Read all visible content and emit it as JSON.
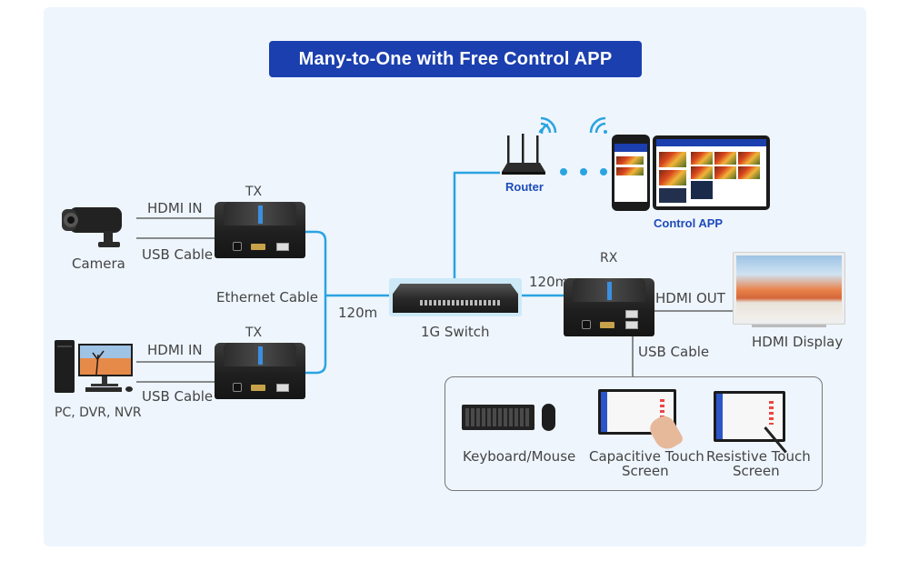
{
  "title": "Many-to-One with Free Control APP",
  "colors": {
    "panel_bg": "#eef5fd",
    "title_bg": "#1b3fae",
    "ethernet_line": "#2aa4e0",
    "cable_line": "#666666",
    "app_label": "#1e4bb8"
  },
  "sources": [
    {
      "name": "Camera",
      "icon": "camera-icon",
      "hdmi_label": "HDMI  IN",
      "usb_label": "USB Cable",
      "device_label": "TX"
    },
    {
      "name": "PC, DVR, NVR",
      "icon": "desktop-pc-icon",
      "hdmi_label": "HDMI  IN",
      "usb_label": "USB Cable",
      "device_label": "TX"
    }
  ],
  "ethernet": {
    "label": "Ethernet Cable",
    "distance_left": "120m",
    "distance_right": "120m"
  },
  "switch": {
    "label": "1G Switch",
    "icon": "network-switch-icon"
  },
  "router": {
    "label": "Router",
    "icon": "router-icon",
    "wifi_icon": "wifi-icon"
  },
  "control_app": {
    "label": "Control APP",
    "phone_icon": "smartphone-icon",
    "tablet_icon": "tablet-icon"
  },
  "receiver": {
    "device_label": "RX",
    "hdmi_out_label": "HDMI  OUT",
    "usb_label": "USB Cable"
  },
  "display": {
    "label": "HDMI  Display",
    "icon": "tv-display-icon"
  },
  "peripherals": [
    {
      "label": "Keyboard/Mouse",
      "icon": "keyboard-mouse-icon"
    },
    {
      "label_line1": "Capacitive Touch",
      "label_line2": "Screen",
      "icon": "capacitive-touch-screen-icon"
    },
    {
      "label_line1": "Resistive Touch",
      "label_line2": "Screen",
      "icon": "resistive-touch-screen-icon"
    }
  ]
}
